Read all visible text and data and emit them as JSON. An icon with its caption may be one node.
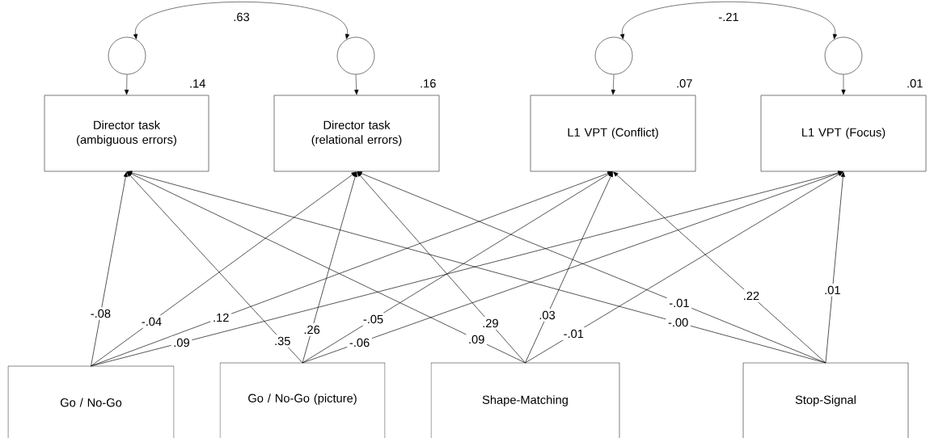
{
  "diagram": {
    "nodes": [
      {
        "text": [],
        "shape": "circle"
      },
      {
        "text": [],
        "shape": "circle"
      },
      {
        "text": [],
        "shape": "circle"
      },
      {
        "text": [],
        "shape": "circle"
      },
      {
        "text": [
          "Director task (ambiguous errors)"
        ],
        "beside": [
          ".14"
        ]
      },
      {
        "text": [
          "Director task (relational errors)"
        ],
        "beside": [
          ".16"
        ]
      },
      {
        "text": [
          "L1 VPT (Conflict)"
        ],
        "beside": [
          ".07"
        ]
      },
      {
        "text": [
          "L1 VPT (Focus)"
        ],
        "beside": [
          ".01"
        ]
      },
      {
        "text": [
          "Go / No-Go"
        ]
      },
      {
        "text": [
          "Go / No-Go (picture)"
        ]
      },
      {
        "text": [
          "Shape-Matching"
        ]
      },
      {
        "text": [
          "Stop-Signal"
        ]
      }
    ],
    "edges": [
      {
        "from": 0,
        "to": 1,
        "arrow": "both",
        "label": ".63"
      },
      {
        "from": 2,
        "to": 3,
        "arrow": "both",
        "label": "-.21"
      },
      {
        "from": 0,
        "to": 4,
        "arrow": "to"
      },
      {
        "from": 1,
        "to": 5,
        "arrow": "to"
      },
      {
        "from": 2,
        "to": 6,
        "arrow": "to"
      },
      {
        "from": 3,
        "to": 7,
        "arrow": "to"
      },
      {
        "from": 8,
        "to": 4,
        "arrow": "to",
        "label": "-.08"
      },
      {
        "from": 8,
        "to": 5,
        "arrow": "to",
        "label": "-.04"
      },
      {
        "from": 8,
        "to": 6,
        "arrow": "to",
        "label": ".12"
      },
      {
        "from": 8,
        "to": 7,
        "arrow": "to",
        "label": ".09"
      },
      {
        "from": 9,
        "to": 4,
        "arrow": "to",
        "label": ".35"
      },
      {
        "from": 9,
        "to": 5,
        "arrow": "to",
        "label": ".26"
      },
      {
        "from": 9,
        "to": 6,
        "arrow": "to",
        "label": "-.05"
      },
      {
        "from": 9,
        "to": 7,
        "arrow": "to",
        "label": "-.06"
      },
      {
        "from": 10,
        "to": 4,
        "arrow": "to",
        "label": ".09"
      },
      {
        "from": 10,
        "to": 5,
        "arrow": "to",
        "label": ".29"
      },
      {
        "from": 10,
        "to": 6,
        "arrow": "to",
        "label": ".03"
      },
      {
        "from": 10,
        "to": 7,
        "arrow": "to",
        "label": "-.01"
      },
      {
        "from": 11,
        "to": 4,
        "arrow": "to",
        "label": "-.00"
      },
      {
        "from": 11,
        "to": 5,
        "arrow": "to",
        "label": "-.01"
      },
      {
        "from": 11,
        "to": 6,
        "arrow": "to",
        "label": ".22"
      },
      {
        "from": 11,
        "to": 7,
        "arrow": "to",
        "label": ".01"
      }
    ]
  }
}
